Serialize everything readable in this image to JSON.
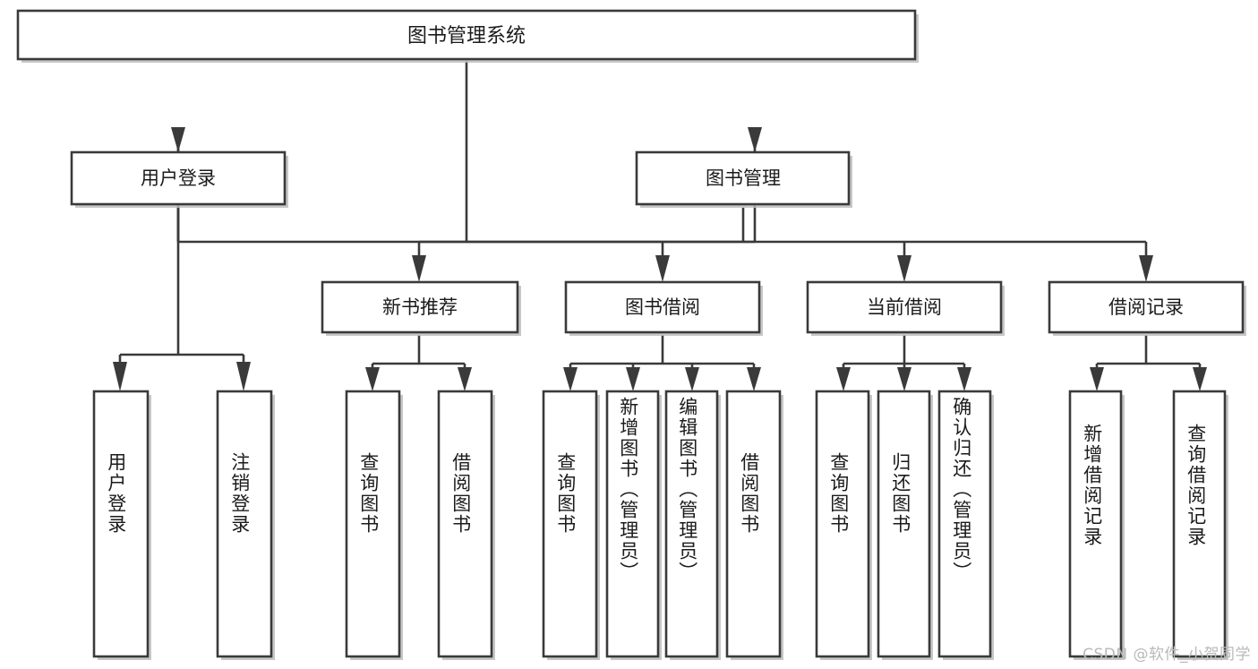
{
  "diagram": {
    "title": "图书管理系统",
    "type": "hierarchy-tree",
    "watermark": "CSDN @软件_小贺同学",
    "colors": {
      "background": "#ffffff",
      "stroke": "#3a3a3a",
      "text": "#1b1b1b",
      "shadow": "#bdbdbd",
      "watermark": "#b9b9b9"
    },
    "root": {
      "label": "图书管理系统"
    },
    "level1": [
      {
        "label": "用户登录"
      },
      {
        "label": "图书管理"
      }
    ],
    "level2": [
      {
        "label": "新书推荐"
      },
      {
        "label": "图书借阅"
      },
      {
        "label": "当前借阅"
      },
      {
        "label": "借阅记录"
      }
    ],
    "leaves": {
      "user_login": [
        {
          "label": "用户登录"
        },
        {
          "label": "注销登录"
        }
      ],
      "new_book_recommend": [
        {
          "label": "查询图书"
        },
        {
          "label": "借阅图书"
        }
      ],
      "book_borrow": [
        {
          "label": "查询图书"
        },
        {
          "label": "新增图书（管理员）"
        },
        {
          "label": "编辑图书（管理员）"
        },
        {
          "label": "借阅图书"
        }
      ],
      "current_borrow": [
        {
          "label": "查询图书"
        },
        {
          "label": "归还图书"
        },
        {
          "label": "确认归还（管理员）"
        }
      ],
      "borrow_record": [
        {
          "label": "新增借阅记录"
        },
        {
          "label": "查询借阅记录"
        }
      ]
    }
  }
}
